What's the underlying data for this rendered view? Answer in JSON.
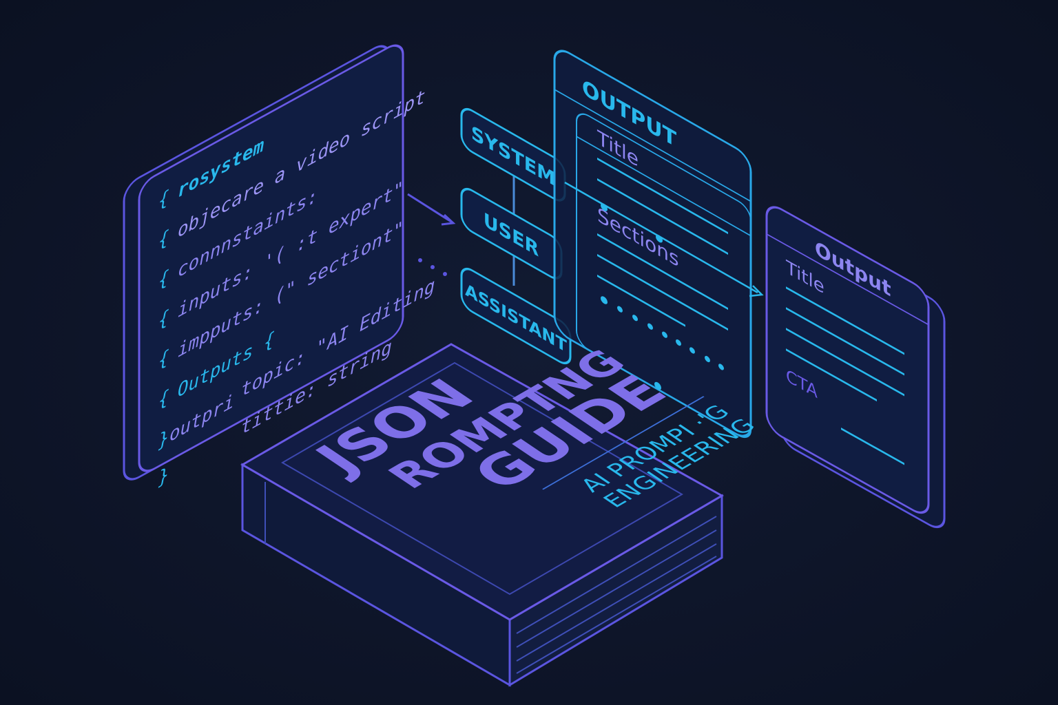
{
  "colors": {
    "background": "#0d1426",
    "panel": "#101d3f",
    "violet": "#6a5ae6",
    "cyan": "#29b8ec",
    "lavender": "#8d85f0"
  },
  "code_panel": {
    "lines": [
      {
        "brace": "{",
        "text": "rosystem"
      },
      {
        "brace": "{",
        "text": "objecare a video script"
      },
      {
        "brace": "{",
        "text": "connnstaints:"
      },
      {
        "brace": "{",
        "text": "inputs: '( :t  expert\""
      },
      {
        "brace": "{",
        "text": "impputs: (\" sectiont\""
      },
      {
        "brace": "{",
        "text": "Outputs {"
      },
      {
        "brace": "}",
        "text": "outpri"
      }
    ],
    "extra": [
      "topic: \"AI Editing",
      "tittie:  string"
    ],
    "closing_brace": "}"
  },
  "roles": [
    "SYSTEM",
    "USER",
    "ASSISTANT"
  ],
  "output_panel": {
    "title": "OUTPUT",
    "field_title": "Title",
    "field_sections": "Sections"
  },
  "result_panel": {
    "title": "Output",
    "field_title": "Title",
    "field_cta": "CTA"
  },
  "book": {
    "title_lines": [
      "JSON",
      "ROMPTNG",
      "GUIDE"
    ],
    "subtitle_lines": [
      "AI PROMPI ·'G",
      "ENGINEERING"
    ]
  }
}
